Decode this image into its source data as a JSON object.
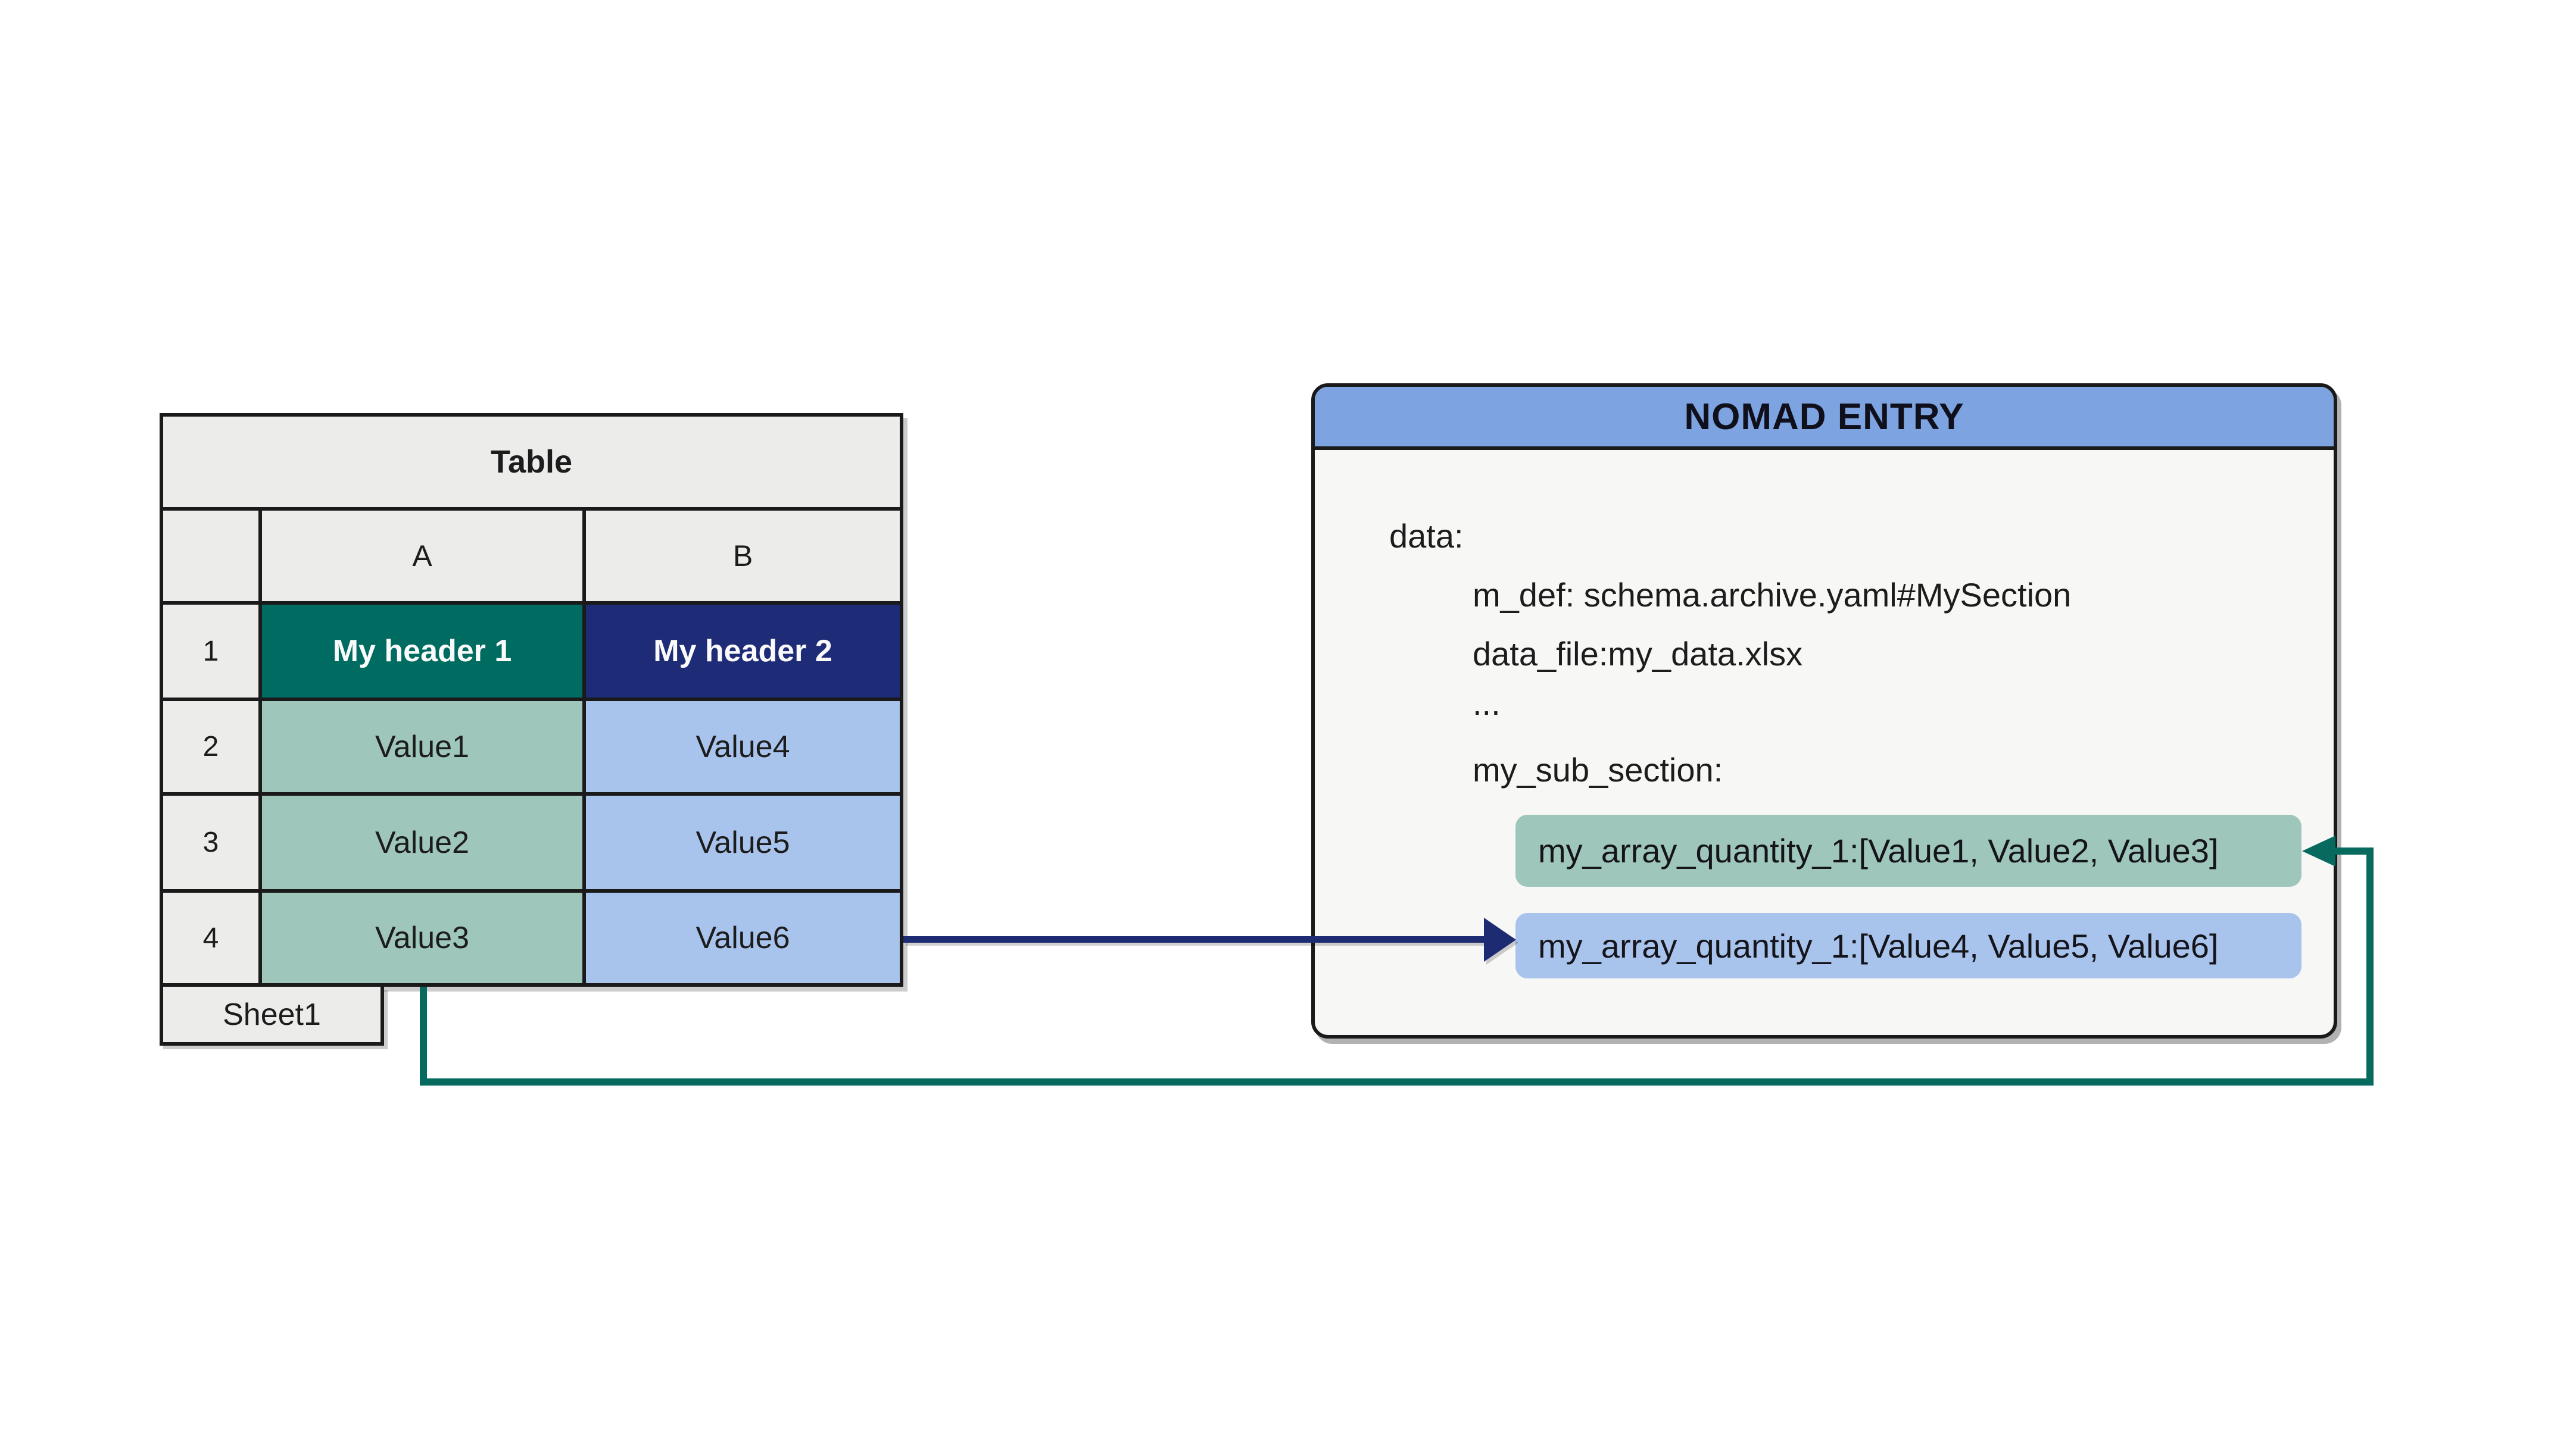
{
  "table": {
    "title": "Table",
    "sheet_tab": "Sheet1",
    "columns": [
      "A",
      "B"
    ],
    "rows": [
      {
        "num": "1",
        "a": "My header 1",
        "b": "My header 2"
      },
      {
        "num": "2",
        "a": "Value1",
        "b": "Value4"
      },
      {
        "num": "3",
        "a": "Value2",
        "b": "Value5"
      },
      {
        "num": "4",
        "a": "Value3",
        "b": "Value6"
      }
    ]
  },
  "nomad": {
    "title": "NOMAD ENTRY",
    "lines": [
      {
        "text": "data:"
      },
      {
        "text": "m_def: schema.archive.yaml#MySection"
      },
      {
        "text": "data_file:my_data.xlsx"
      },
      {
        "text": "..."
      },
      {
        "text": "my_sub_section:"
      }
    ],
    "highlights": [
      {
        "text": "my_array_quantity_1:[Value1, Value2, Value3]",
        "color": "#9fc6bb"
      },
      {
        "text": "my_array_quantity_1:[Value4, Value5, Value6]",
        "color": "#a9c4ec"
      }
    ]
  },
  "colors": {
    "header1_bg": "#006b60",
    "header2_bg": "#1e2b77",
    "light_green": "#9fc6bb",
    "light_blue": "#a9c4ec",
    "table_gray": "#ececeb",
    "nomad_title_bar": "#7da4e0",
    "nomad_body": "#f7f7f6",
    "arrow_navy": "#1d2b72",
    "arrow_teal": "#066a5f",
    "border_black": "#1a1a1a"
  }
}
